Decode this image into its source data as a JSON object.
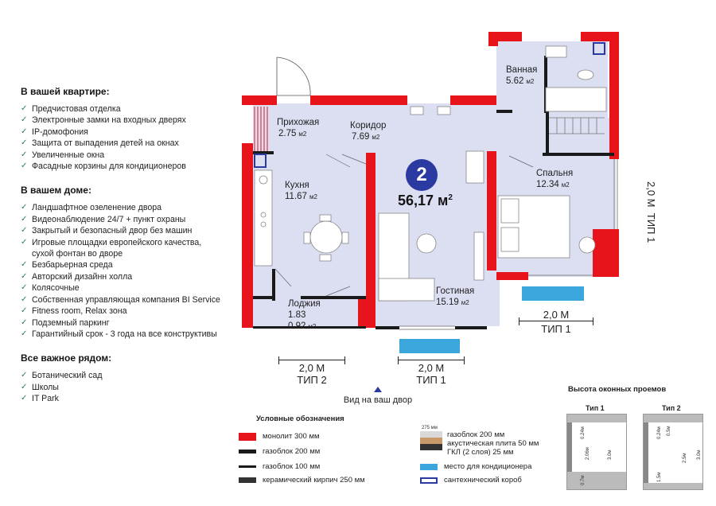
{
  "sections": [
    {
      "title": "В вашей квартире:",
      "items": [
        "Предчистовая отделка",
        "Электронные замки на входных дверях",
        "IP-домофония",
        "Защита от выпадения детей на окнах",
        "Увеличенные окна",
        "Фасадные корзины для кондиционеров"
      ]
    },
    {
      "title": "В вашем доме:",
      "items": [
        "Ландшафтное озеленение двора",
        "Видеонаблюдение 24/7 + пункт охраны",
        "Закрытый и безопасный двор без машин",
        "Игровые площадки европейского качества,\nсухой фонтан во дворе",
        "Безбарьерная среда",
        "Авторский дизайнн холла",
        "Колясочные",
        "Собственная управляющая компания BI Service",
        "Fitness room, Relax зона",
        "Подземный паркинг",
        "Гарантийный срок - 3 года на все конструктивы"
      ]
    },
    {
      "title": "Все важное рядом:",
      "items": [
        "Ботанический сад",
        "Школы",
        "IT Park"
      ]
    }
  ],
  "check_icon": "checkmark-icon",
  "plan": {
    "rooms_count": "2",
    "total_area": "56,17 м",
    "total_area_sup": "2",
    "unit": "м2",
    "rooms": [
      {
        "name": "Ванная",
        "area": "5.62"
      },
      {
        "name": "Прихожая",
        "area": "2.75"
      },
      {
        "name": "Коридор",
        "area": "7.69"
      },
      {
        "name": "Кухня",
        "area": "11.67"
      },
      {
        "name": "Спальня",
        "area": "12.34"
      },
      {
        "name": "Гостиная",
        "area": "15.19"
      },
      {
        "name": "Лоджия",
        "area": "1.83",
        "area2": "0.92"
      }
    ],
    "dims": {
      "d1": {
        "value": "2,0 М",
        "type": "ТИП 2"
      },
      "d2": {
        "value": "2,0 М",
        "type": "ТИП 1"
      },
      "d3": {
        "value": "2,0 М",
        "type": "ТИП 1"
      },
      "d4": {
        "value": "2,0 М",
        "type": "ТИП 1"
      }
    },
    "view_label": "Вид на ваш двор"
  },
  "legend": {
    "title": "Условные обозначения",
    "items": [
      "монолит 300 мм",
      "газоблок 200 мм",
      "газоблок 100 мм",
      "керамический кирпич 250 мм",
      "газоблок 200 мм",
      "акустическая плита 50 мм",
      "ГКЛ (2 слоя) 25 мм",
      "место для кондиционера",
      "сантехнический короб"
    ],
    "layer_thickness": "275 мм"
  },
  "windows": {
    "title": "Высота оконных проемов",
    "type1": {
      "label": "Тип 1",
      "top": "0.24м",
      "mid": "2.06м",
      "bottom": "0.7м",
      "total": "3.0м"
    },
    "type2": {
      "label": "Тип 2",
      "top": "0.24м",
      "sill": "1.5м",
      "opening": "2.5м",
      "total": "3.0м",
      "extra": "0.5м"
    }
  },
  "colors": {
    "monolith": "#e8141c",
    "floor": "#dcdef2",
    "wall_dark": "#1a1a1a",
    "ac": "#3aa6dc",
    "accent": "#2b3aa0",
    "check": "#2e7d4f"
  }
}
